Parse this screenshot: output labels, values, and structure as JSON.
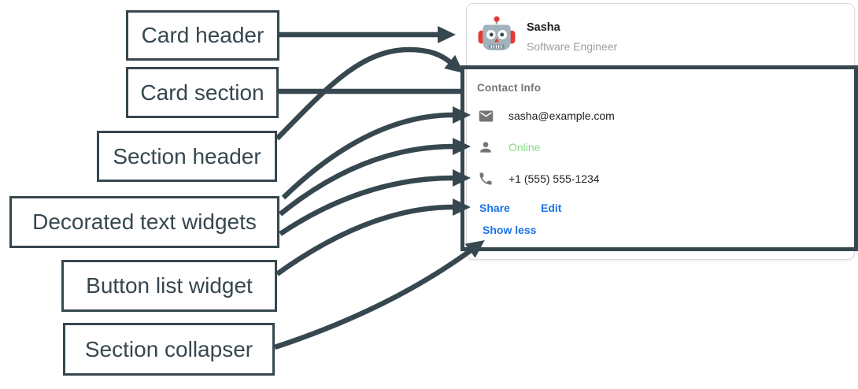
{
  "annotations": {
    "labels": [
      {
        "id": "card-header",
        "text": "Card header"
      },
      {
        "id": "card-section",
        "text": "Card section"
      },
      {
        "id": "section-header",
        "text": "Section header"
      },
      {
        "id": "decorated-text",
        "text": "Decorated text widgets"
      },
      {
        "id": "button-list",
        "text": "Button list widget"
      },
      {
        "id": "section-collapser",
        "text": "Section collapser"
      }
    ]
  },
  "card": {
    "header": {
      "avatar_icon": "robot-avatar",
      "name": "Sasha",
      "role": "Software Engineer"
    },
    "section": {
      "title": "Contact Info",
      "rows": [
        {
          "icon": "email-icon",
          "text": "sasha@example.com"
        },
        {
          "icon": "person-icon",
          "text": "Online"
        },
        {
          "icon": "phone-icon",
          "text": "+1 (555) 555-1234"
        }
      ],
      "buttons": [
        {
          "label": "Share"
        },
        {
          "label": "Edit"
        }
      ],
      "collapser": {
        "label": "Show less"
      }
    }
  },
  "colors": {
    "annotation_dark": "#37474F",
    "link_blue": "#1A73E8",
    "online_green": "#87D989",
    "text_dark": "#202124",
    "text_gray": "#757575",
    "role_gray": "#9AA0A6",
    "card_border": "#DADCE0"
  }
}
